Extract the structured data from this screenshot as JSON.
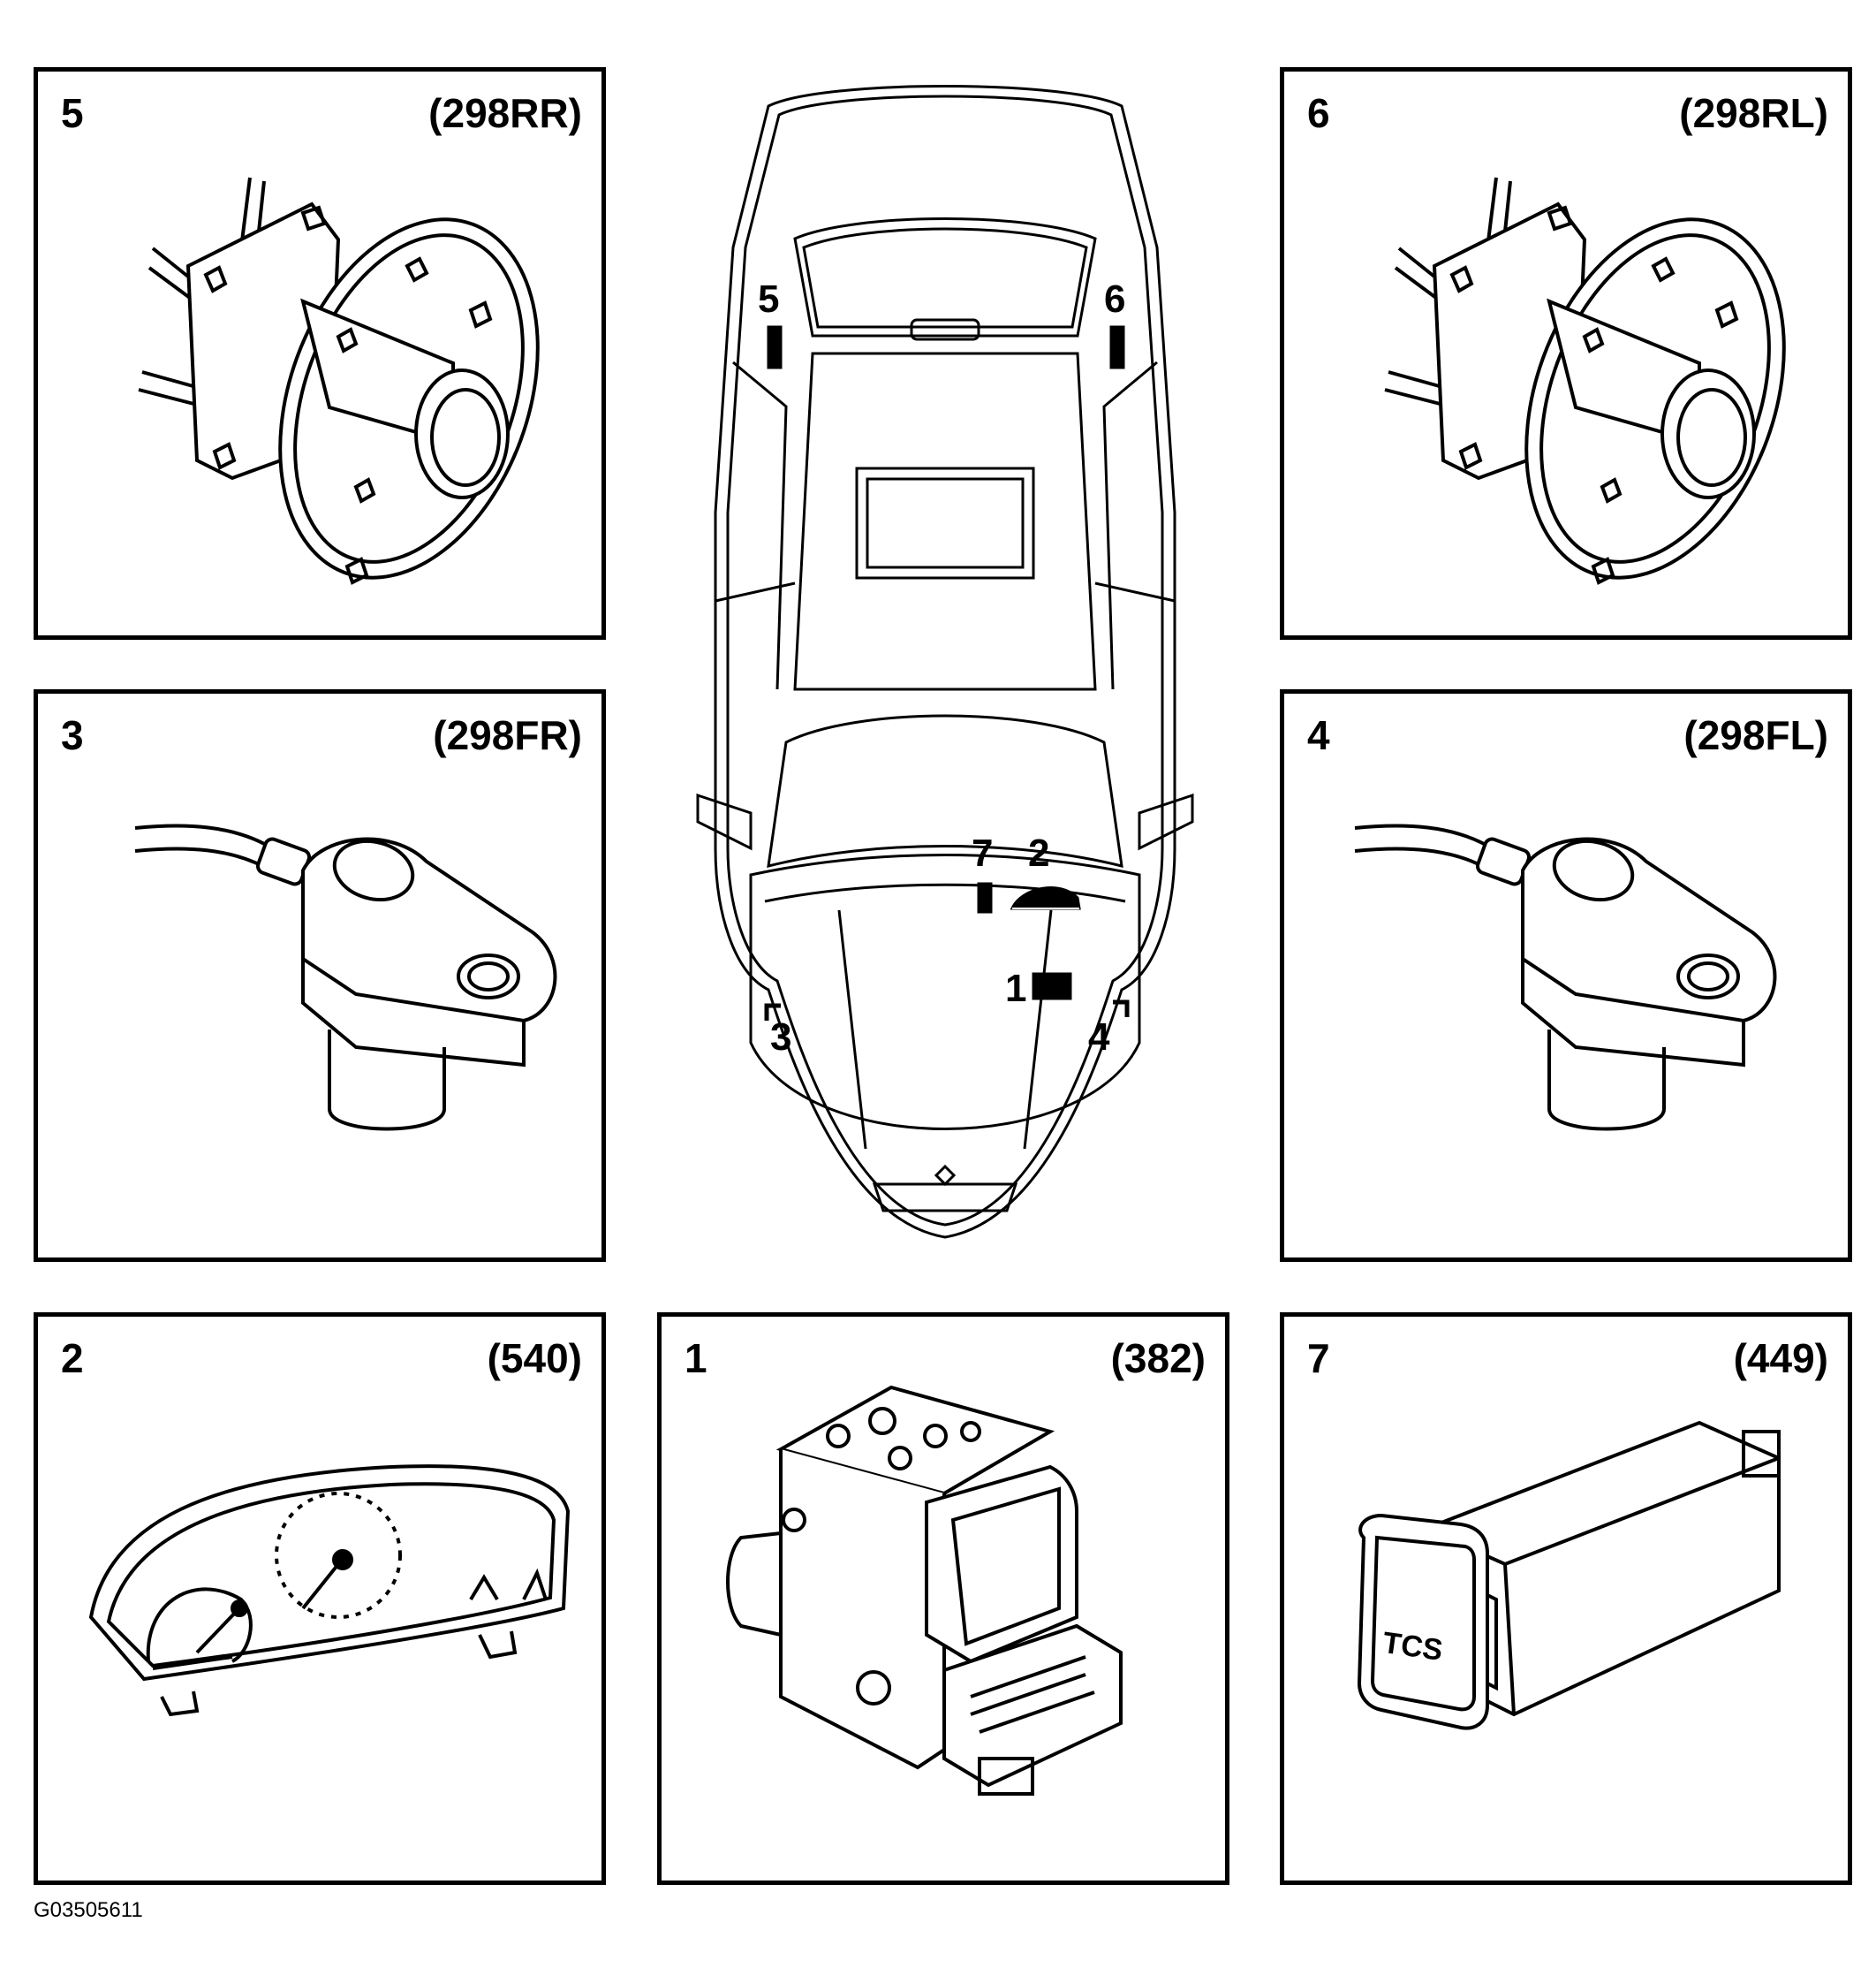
{
  "panels": {
    "p5": {
      "number": "5",
      "code": "(298RR)"
    },
    "p6": {
      "number": "6",
      "code": "(298RL)"
    },
    "p3": {
      "number": "3",
      "code": "(298FR)"
    },
    "p4": {
      "number": "4",
      "code": "(298FL)"
    },
    "p2": {
      "number": "2",
      "code": "(540)"
    },
    "p1": {
      "number": "1",
      "code": "(382)"
    },
    "p7": {
      "number": "7",
      "code": "(449)",
      "button_text": "TCS"
    }
  },
  "car": {
    "callouts": {
      "c1": "1",
      "c2": "2",
      "c3": "3",
      "c4": "4",
      "c5": "5",
      "c6": "6",
      "c7": "7"
    }
  },
  "figure_ref": "G03505611"
}
